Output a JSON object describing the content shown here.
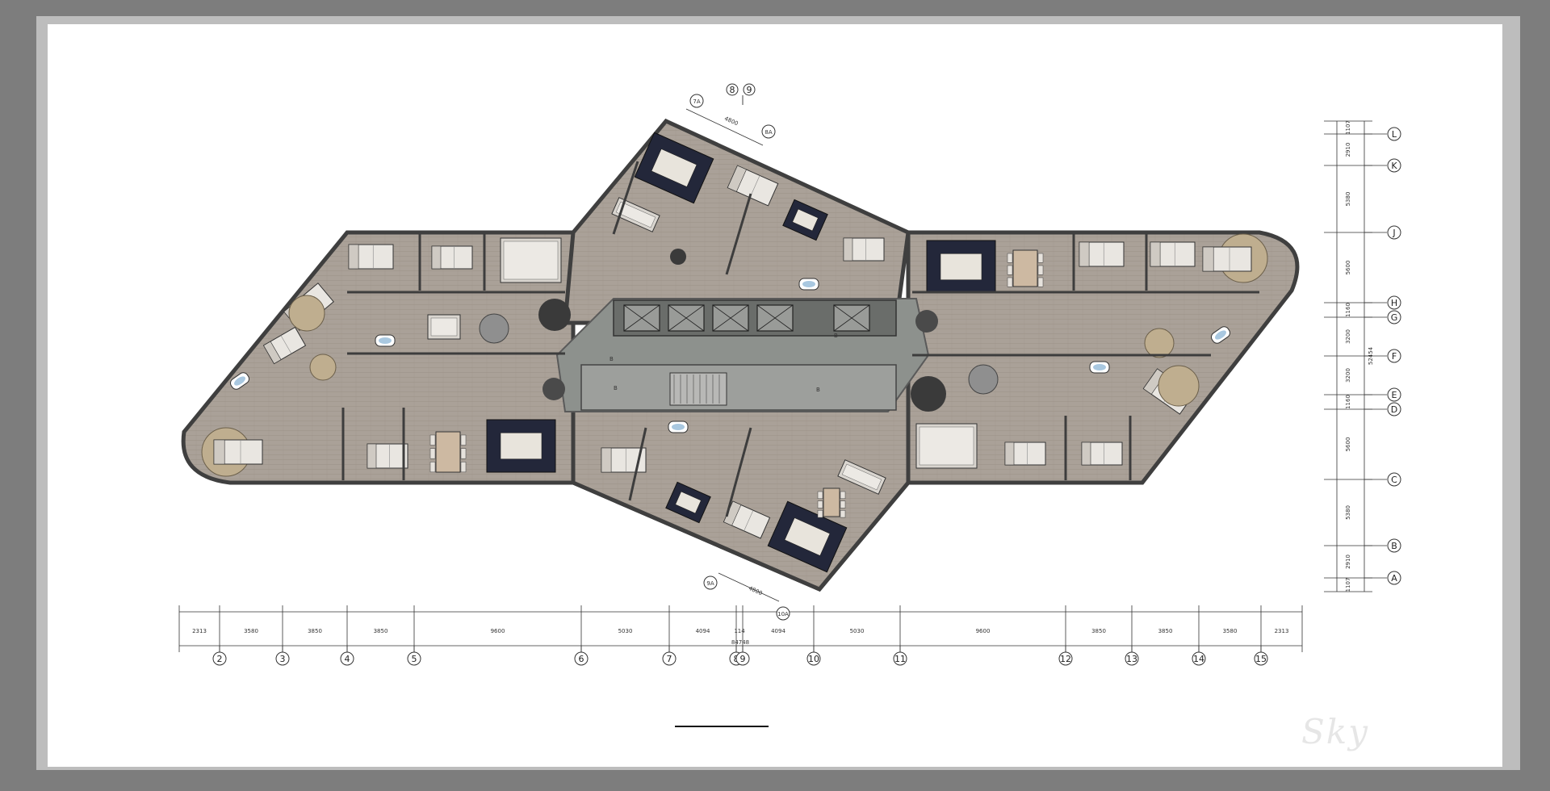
{
  "sheet": {
    "watermark": "Sky",
    "colors": {
      "background": "#7d7d7d",
      "paper": "#ffffff",
      "floor": "#a8a097",
      "wall": "#4a4a4a",
      "core": "#8f938f",
      "dark_rug": "#232638"
    }
  },
  "bottom_axes": [
    "2",
    "3",
    "4",
    "5",
    "6",
    "7",
    "8",
    "9",
    "10",
    "11",
    "12",
    "13",
    "14",
    "15"
  ],
  "bottom_dimensions": [
    "2313",
    "3580",
    "3850",
    "3850",
    "9600",
    "5030",
    "4094",
    "114",
    "4094",
    "5030",
    "9600",
    "3850",
    "3850",
    "3580",
    "2313"
  ],
  "bottom_total": "84748",
  "right_axes": [
    "L",
    "K",
    "J",
    "H",
    "G",
    "F",
    "E",
    "D",
    "C",
    "B",
    "A"
  ],
  "right_dimensions": [
    "1107",
    "2910",
    "5380",
    "5600",
    "1160",
    "3200",
    "3200",
    "1160",
    "5600",
    "5380",
    "2910",
    "1107"
  ],
  "right_total": "52454",
  "top_axes": {
    "pair_a": "8",
    "pair_b": "9",
    "upper_left": "7A",
    "upper_right": "8A",
    "upper_dim": "4800",
    "lower_left": "9A",
    "lower_right": "10A",
    "lower_dim": "4800"
  },
  "icons": [
    "bathtub-icon",
    "bed-icon",
    "sofa-icon",
    "dining-table-icon",
    "elevator-icon",
    "stair-icon"
  ],
  "core_labels": [
    "B",
    "B",
    "B",
    "B"
  ]
}
